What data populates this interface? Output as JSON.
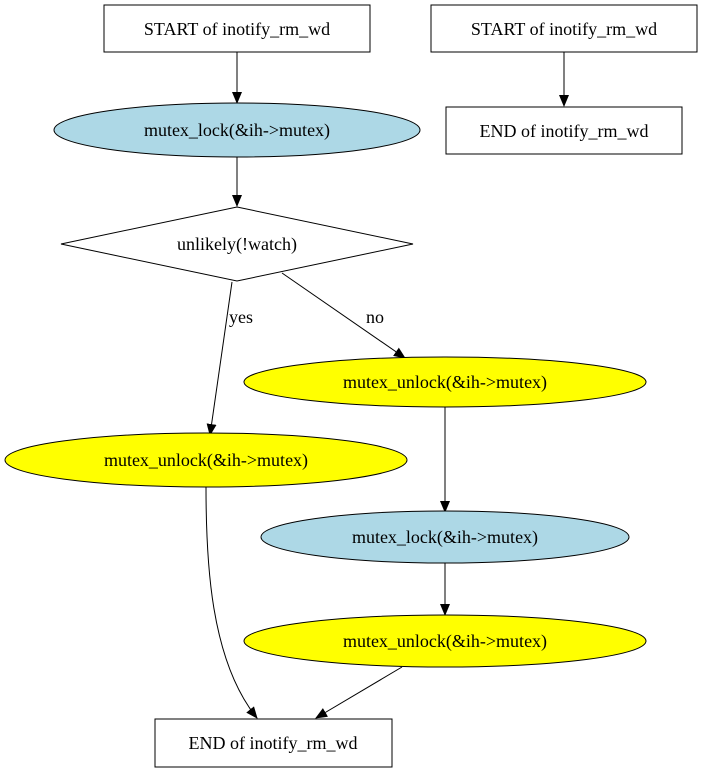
{
  "colors": {
    "lock_fill": "#add8e6",
    "unlock_fill": "#ffff00",
    "box_fill": "#ffffff",
    "line": "#000000"
  },
  "nodes": {
    "start1": "START of inotify_rm_wd",
    "lock1": "mutex_lock(&ih->mutex)",
    "decision": "unlikely(!watch)",
    "unlock_yes": "mutex_unlock(&ih->mutex)",
    "unlock_no": "mutex_unlock(&ih->mutex)",
    "lock2": "mutex_lock(&ih->mutex)",
    "unlock_final": "mutex_unlock(&ih->mutex)",
    "end1": "END of inotify_rm_wd",
    "start2": "START of inotify_rm_wd",
    "end2": "END of inotify_rm_wd"
  },
  "edges": {
    "yes": "yes",
    "no": "no"
  }
}
